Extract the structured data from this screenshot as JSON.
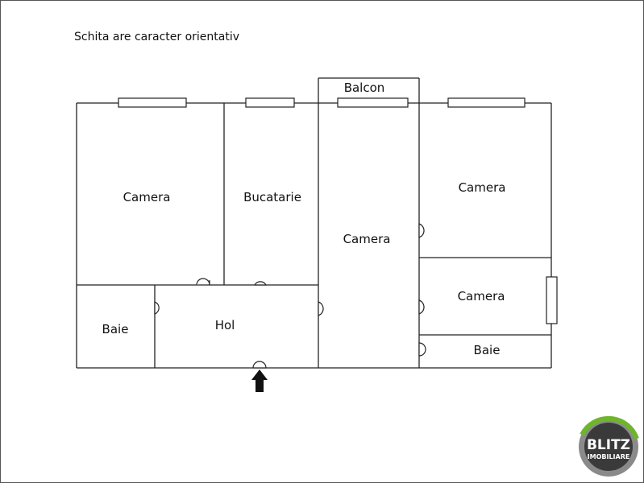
{
  "note": "Schita are caracter orientativ",
  "rooms": {
    "camera_top_left": "Camera",
    "bucatarie": "Bucatarie",
    "balcon": "Balcon",
    "camera_center": "Camera",
    "camera_top_right": "Camera",
    "camera_mid_right": "Camera",
    "baie_left": "Baie",
    "hol": "Hol",
    "baie_right": "Baie"
  },
  "logo": {
    "brand": "BLITZ",
    "sub": "IMOBILIARE"
  },
  "colors": {
    "wall": "#222222",
    "logo_ring_outer": "#8a8a8a",
    "logo_ring_accent": "#6fb52c",
    "logo_center": "#3a3a3a"
  }
}
